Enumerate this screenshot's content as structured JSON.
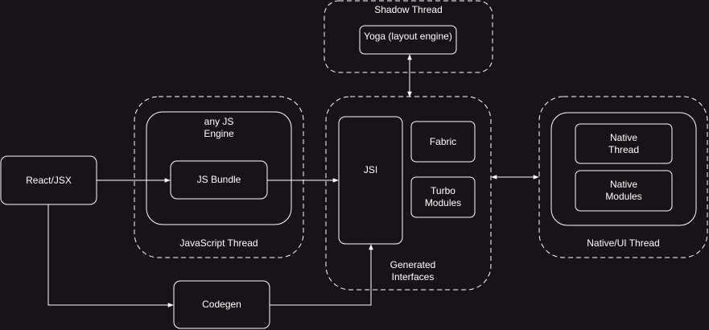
{
  "colors": {
    "background": "#181318",
    "stroke": "#ffffff",
    "text": "#ffffff"
  },
  "groups": {
    "shadow_thread": "Shadow Thread",
    "javascript_thread": "JavaScript Thread",
    "js_engine": "any JS\nEngine",
    "generated_interfaces": "Generated\nInterfaces",
    "native_ui_thread": "Native/UI Thread"
  },
  "nodes": {
    "react_jsx": "React/JSX",
    "js_bundle": "JS Bundle",
    "yoga": "Yoga (layout engine)",
    "jsi": "JSI",
    "fabric": "Fabric",
    "turbo_modules": "Turbo\nModules",
    "native_thread": "Native\nThread",
    "native_modules": "Native\nModules",
    "codegen": "Codegen"
  }
}
